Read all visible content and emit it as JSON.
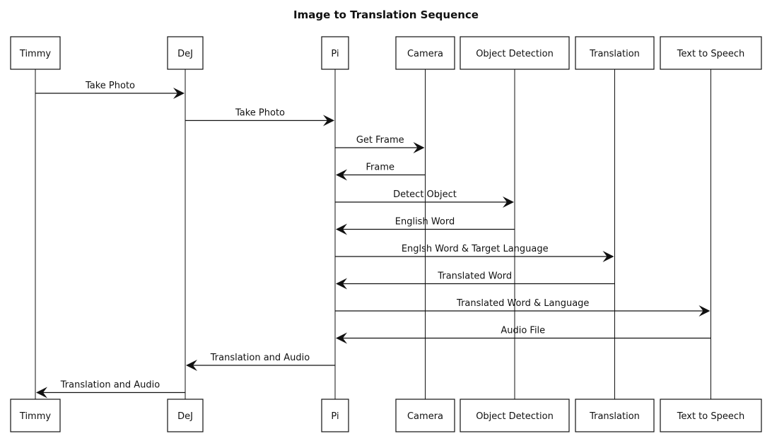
{
  "title": "Image to Translation Sequence",
  "participants": [
    {
      "id": "timmy",
      "label": "Timmy"
    },
    {
      "id": "dej",
      "label": "DeJ"
    },
    {
      "id": "pi",
      "label": "Pi"
    },
    {
      "id": "camera",
      "label": "Camera"
    },
    {
      "id": "object-detection",
      "label": "Object Detection"
    },
    {
      "id": "translation",
      "label": "Translation"
    },
    {
      "id": "text-to-speech",
      "label": "Text to Speech"
    }
  ],
  "messages": [
    {
      "from": "timmy",
      "to": "dej",
      "label": "Take Photo"
    },
    {
      "from": "dej",
      "to": "pi",
      "label": "Take Photo"
    },
    {
      "from": "pi",
      "to": "camera",
      "label": "Get Frame"
    },
    {
      "from": "camera",
      "to": "pi",
      "label": "Frame"
    },
    {
      "from": "pi",
      "to": "object-detection",
      "label": "Detect Object"
    },
    {
      "from": "object-detection",
      "to": "pi",
      "label": "English Word"
    },
    {
      "from": "pi",
      "to": "translation",
      "label": "Englsh Word & Target Language"
    },
    {
      "from": "translation",
      "to": "pi",
      "label": "Translated Word"
    },
    {
      "from": "pi",
      "to": "text-to-speech",
      "label": "Translated Word & Language"
    },
    {
      "from": "text-to-speech",
      "to": "pi",
      "label": "Audio File"
    },
    {
      "from": "pi",
      "to": "dej",
      "label": "Translation and Audio"
    },
    {
      "from": "dej",
      "to": "timmy",
      "label": "Translation and Audio"
    }
  ]
}
